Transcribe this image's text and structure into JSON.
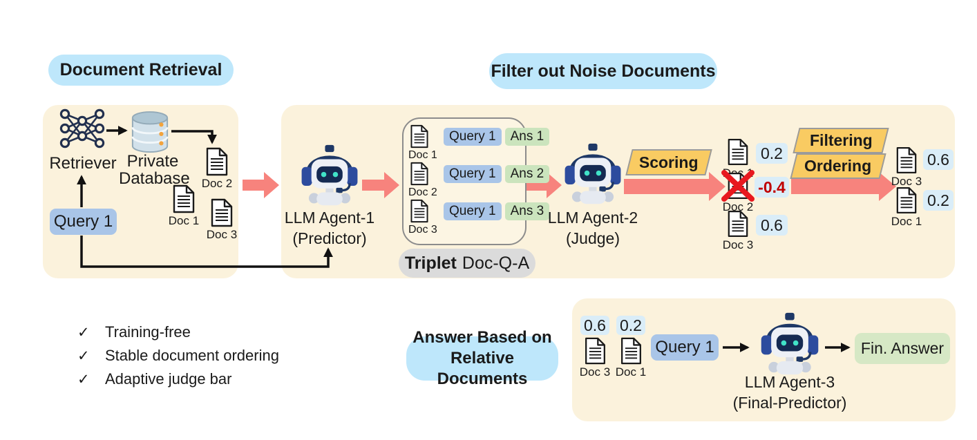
{
  "titles": {
    "document_retrieval": "Document Retrieval",
    "filter_noise": "Filter out Noise Documents",
    "answer_based_line1": "Answer Based on",
    "answer_based_line2": "Relative Documents"
  },
  "retrieval_panel": {
    "retriever_label": "Retriever",
    "database_label_line1": "Private",
    "database_label_line2": "Database",
    "query_label": "Query 1",
    "doc1_label": "Doc 1",
    "doc2_label": "Doc 2",
    "doc3_label": "Doc 3"
  },
  "agents": {
    "agent1_name": "LLM Agent-1",
    "agent1_role": "(Predictor)",
    "agent2_name": "LLM Agent-2",
    "agent2_role": "(Judge)",
    "agent3_name": "LLM Agent-3",
    "agent3_role": "(Final-Predictor)"
  },
  "triplet_box": {
    "rows": [
      {
        "doc": "Doc 1",
        "query": "Query 1",
        "ans": "Ans 1"
      },
      {
        "doc": "Doc 2",
        "query": "Query 1",
        "ans": "Ans 2"
      },
      {
        "doc": "Doc 3",
        "query": "Query 1",
        "ans": "Ans 3"
      }
    ],
    "caption_bold": "Triplet",
    "caption_rest": "Doc-Q-A"
  },
  "process_labels": {
    "scoring": "Scoring",
    "filtering": "Filtering",
    "ordering": "Ordering"
  },
  "scored_docs": [
    {
      "doc": "Doc 1",
      "score": "0.2",
      "rejected": false
    },
    {
      "doc": "Doc 2",
      "score": "-0.4",
      "rejected": true
    },
    {
      "doc": "Doc 3",
      "score": "0.6",
      "rejected": false
    }
  ],
  "filtered_docs": [
    {
      "doc": "Doc 3",
      "score": "0.6"
    },
    {
      "doc": "Doc 1",
      "score": "0.2"
    }
  ],
  "final_panel": {
    "doc_a": {
      "doc": "Doc 3",
      "score": "0.6"
    },
    "doc_b": {
      "doc": "Doc 1",
      "score": "0.2"
    },
    "query_label": "Query 1",
    "answer_label": "Fin. Answer"
  },
  "features": {
    "check_glyph": "✓",
    "items": [
      "Training-free",
      "Stable document ordering",
      "Adaptive judge bar"
    ]
  },
  "colors": {
    "panel_cream": "#FBF2DC",
    "title_blue": "#BEE7FB",
    "query_blue": "#A9C5E8",
    "ans_green": "#CBE4BD",
    "score_blue": "#DAEDF8",
    "answer_green": "#D6E8C5",
    "process_yellow": "#F9CB62",
    "arrow_pink": "#F7837D",
    "reject_red": "#E8191F",
    "neg_score_red": "#C00000",
    "caption_gray": "#DBDBDB"
  }
}
